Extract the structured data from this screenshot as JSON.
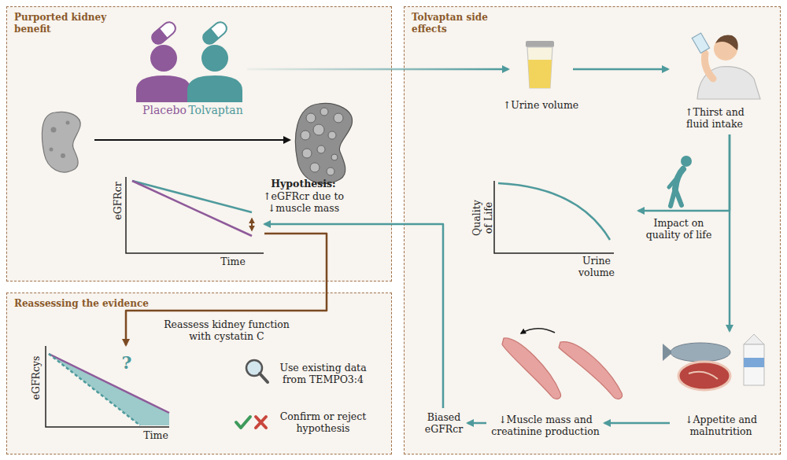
{
  "diagram": {
    "nodes": [
      {
        "text": [
          "Purported kidney benefit"
        ]
      },
      {
        "text": [
          "Placebo"
        ],
        "in": 0
      },
      {
        "text": [
          "Tolvaptan"
        ],
        "in": 0
      },
      {
        "text": [
          "eGFRcr",
          "Time"
        ],
        "in": 0
      },
      {
        "text": [
          "Reassessing the evidence"
        ]
      },
      {
        "text": [
          "eGFRcys",
          "Time"
        ],
        "in": 4
      },
      {
        "text": [
          "Tolvaptan side effects"
        ]
      },
      {
        "text": [
          "↑Urine volume"
        ],
        "in": 6
      },
      {
        "text": [
          "↑Thirst and fluid intake"
        ],
        "in": 6
      },
      {
        "text": [
          "Quality of Life",
          "Urine volume"
        ],
        "in": 6
      },
      {
        "text": [
          "↓Appetite and malnutrition"
        ],
        "in": 6
      },
      {
        "text": [
          "↓Muscle mass and creatinine production"
        ],
        "in": 6
      },
      {
        "text": [
          "Biased eGFRcr"
        ],
        "in": 6
      }
    ],
    "edges": [
      {
        "from": 2,
        "to": 7,
        "arrow": "to"
      },
      {
        "from": 7,
        "to": 8,
        "arrow": "to"
      },
      {
        "from": 8,
        "to": 9,
        "arrow": "to",
        "label": "Impact on quality of life"
      },
      {
        "from": 8,
        "to": 10,
        "arrow": "to"
      },
      {
        "from": 10,
        "to": 11,
        "arrow": "to"
      },
      {
        "from": 11,
        "to": 12,
        "arrow": "to"
      },
      {
        "from": 12,
        "to": 3,
        "arrow": "to"
      },
      {
        "from": 3,
        "to": 5,
        "arrow": "to",
        "label": "Reassess kidney function with cystatin C"
      }
    ],
    "labels": [
      "Hypothesis:",
      "↑eGFRcr due to ↓muscle mass",
      "?",
      "Use existing data from TEMPO3:4",
      "Confirm or reject hypothesis"
    ]
  }
}
